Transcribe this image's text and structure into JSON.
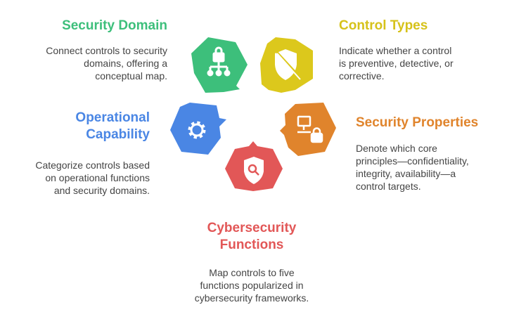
{
  "colors": {
    "green": "#3dbf7b",
    "yellow": "#dcc81c",
    "blue": "#4a86e4",
    "orange": "#e0842c",
    "red": "#e25757"
  },
  "items": [
    {
      "title": "Security Domain",
      "desc": [
        "Connect controls to security",
        "domains, offering a",
        "conceptual map."
      ],
      "icon": "network-lock-icon"
    },
    {
      "title": "Control Types",
      "desc": [
        "Indicate whether a control",
        "is preventive, detective, or",
        "corrective."
      ],
      "icon": "shield-off-icon"
    },
    {
      "title": "Operational Capability",
      "title_lines": [
        "Operational",
        "Capability"
      ],
      "desc": [
        "Categorize controls based",
        "on operational functions",
        "and security domains."
      ],
      "icon": "gear-icon"
    },
    {
      "title": "Security Properties",
      "desc": [
        "Denote which core",
        "principles—confidentiality,",
        "integrity, availability—a",
        "control targets."
      ],
      "icon": "computer-lock-icon"
    },
    {
      "title": "Cybersecurity Functions",
      "title_lines": [
        "Cybersecurity",
        "Functions"
      ],
      "desc": [
        "Map controls to five",
        "functions popularized in",
        "cybersecurity frameworks."
      ],
      "icon": "shield-search-icon"
    }
  ]
}
